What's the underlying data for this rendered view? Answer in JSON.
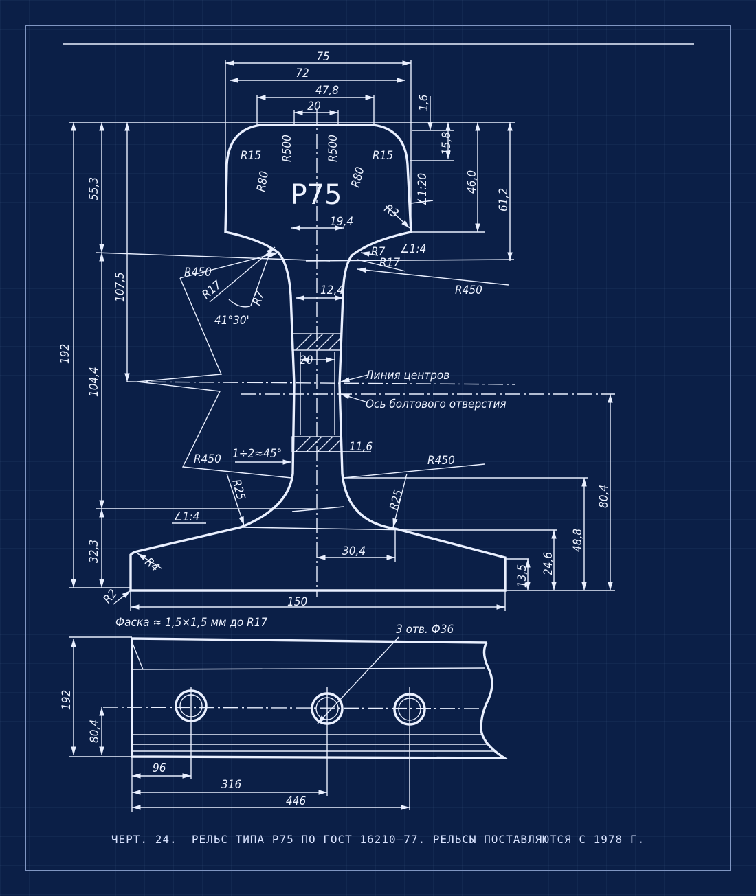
{
  "drawing": {
    "profile_label": "Р75",
    "dims": {
      "d75": "75",
      "d72": "72",
      "d47_8": "47,8",
      "d20_top": "20",
      "d1_6": "1,6",
      "d15_8": "15,8",
      "d46_0": "46,0",
      "d61_2": "61,2",
      "d55_3": "55,3",
      "d107_5": "107,5",
      "d192": "192",
      "d104_4": "104,4",
      "d32_3": "32,3",
      "d19_4": "19,4",
      "d12_4": "12,4",
      "d20_web": "20",
      "d11_6": "11,6",
      "d30_4": "30,4",
      "d150": "150",
      "d13_5": "13,5",
      "d24_6": "24,6",
      "d48_8": "48,8",
      "d80_4": "80,4",
      "d192_side": "192",
      "d80_4_side": "80,4",
      "d96": "96",
      "d316": "316",
      "d446": "446"
    },
    "radii": {
      "r15_l": "R15",
      "r15_r": "R15",
      "r500_l": "R500",
      "r500_r": "R500",
      "r80_l": "R80",
      "r80_r": "R80",
      "r3": "R3",
      "r7_r": "R7",
      "r17_r": "R17",
      "r450_ul": "R450",
      "r17_l": "R17",
      "r7_l": "R7",
      "r450_ur": "R450",
      "r450_ll": "R450",
      "r25_l": "R25",
      "r450_lr": "R450",
      "r25_r": "R25",
      "r4": "R4",
      "r2": "R2"
    },
    "slopes": {
      "s1_20": "∠1:20",
      "s1_4_top": "∠1:4",
      "s1_4_foot": "∠1:4"
    },
    "angle": "41°30'",
    "chamfer_web": "1÷2≈45°",
    "notes": {
      "center_line": "Линия центров",
      "bolt_axis": "Ось болтового отверстия",
      "chamfer": "Фаска ≈ 1,5×1,5 мм до R17",
      "holes": "3 отв. Ф36"
    }
  },
  "caption": "ЧЕРТ. 24.  РЕЛЬС ТИПА Р75 ПО ГОСТ 16210—77. РЕЛЬСЫ ПОСТАВЛЯЮТСЯ С 1978 Г.",
  "colors": {
    "background": "#0b1f47",
    "line": "#eaf0ff",
    "frame": "#8096c2"
  }
}
